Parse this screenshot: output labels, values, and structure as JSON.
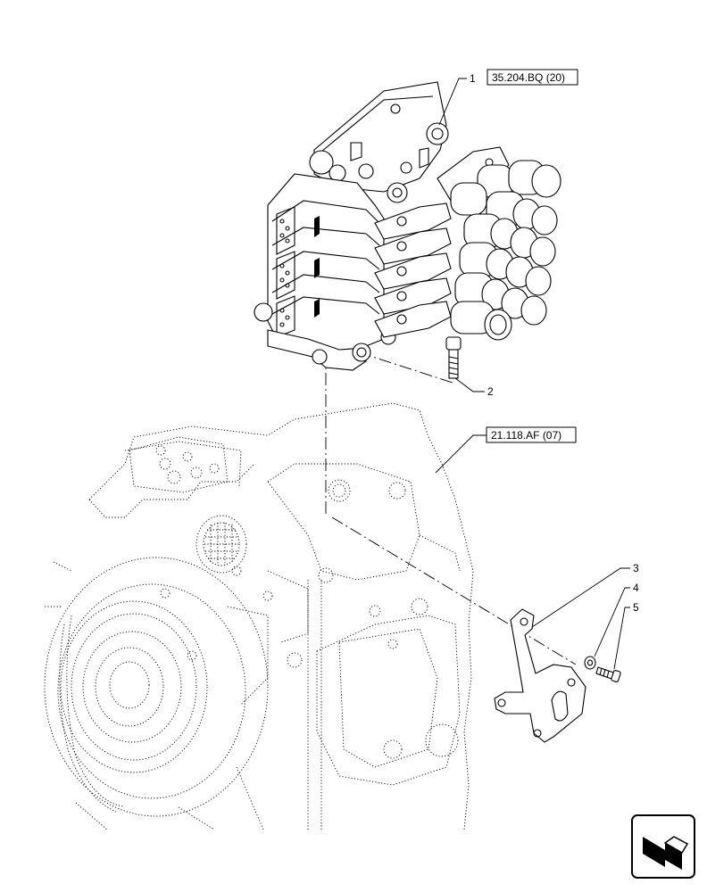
{
  "callouts": [
    {
      "id": "1",
      "label": "1"
    },
    {
      "id": "2",
      "label": "2"
    },
    {
      "id": "3",
      "label": "3"
    },
    {
      "id": "4",
      "label": "4"
    },
    {
      "id": "5",
      "label": "5"
    }
  ],
  "references": {
    "valve_ref": "35.204.BQ (20)",
    "housing_ref": "21.118.AF (07)"
  },
  "nav_icon": "next-page-arrow-icon"
}
